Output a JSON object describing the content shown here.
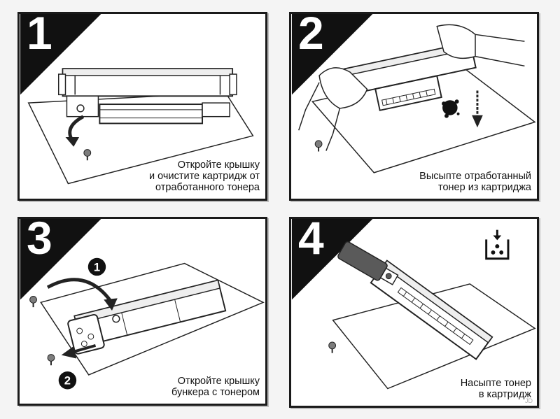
{
  "steps": [
    {
      "number": "1",
      "caption": "Откройте крышку\nи очистите картридж от\nотработанного тонера"
    },
    {
      "number": "2",
      "caption": "Высыпте отработанный\nтонер из картриджа"
    },
    {
      "number": "3",
      "caption": "Откройте крышку\nбункера с тонером",
      "callouts": [
        "1",
        "2"
      ]
    },
    {
      "number": "4",
      "caption": "Насыпте тонер\nв картридж"
    }
  ],
  "watermark": "JD",
  "colors": {
    "frame": "#1a1a1a",
    "corner": "#111111",
    "screw": "#7d7d7d",
    "arm": "#5a5a5a"
  },
  "icons": [
    "hand-icon",
    "toner-bottle-icon",
    "toner-fill-icon"
  ]
}
